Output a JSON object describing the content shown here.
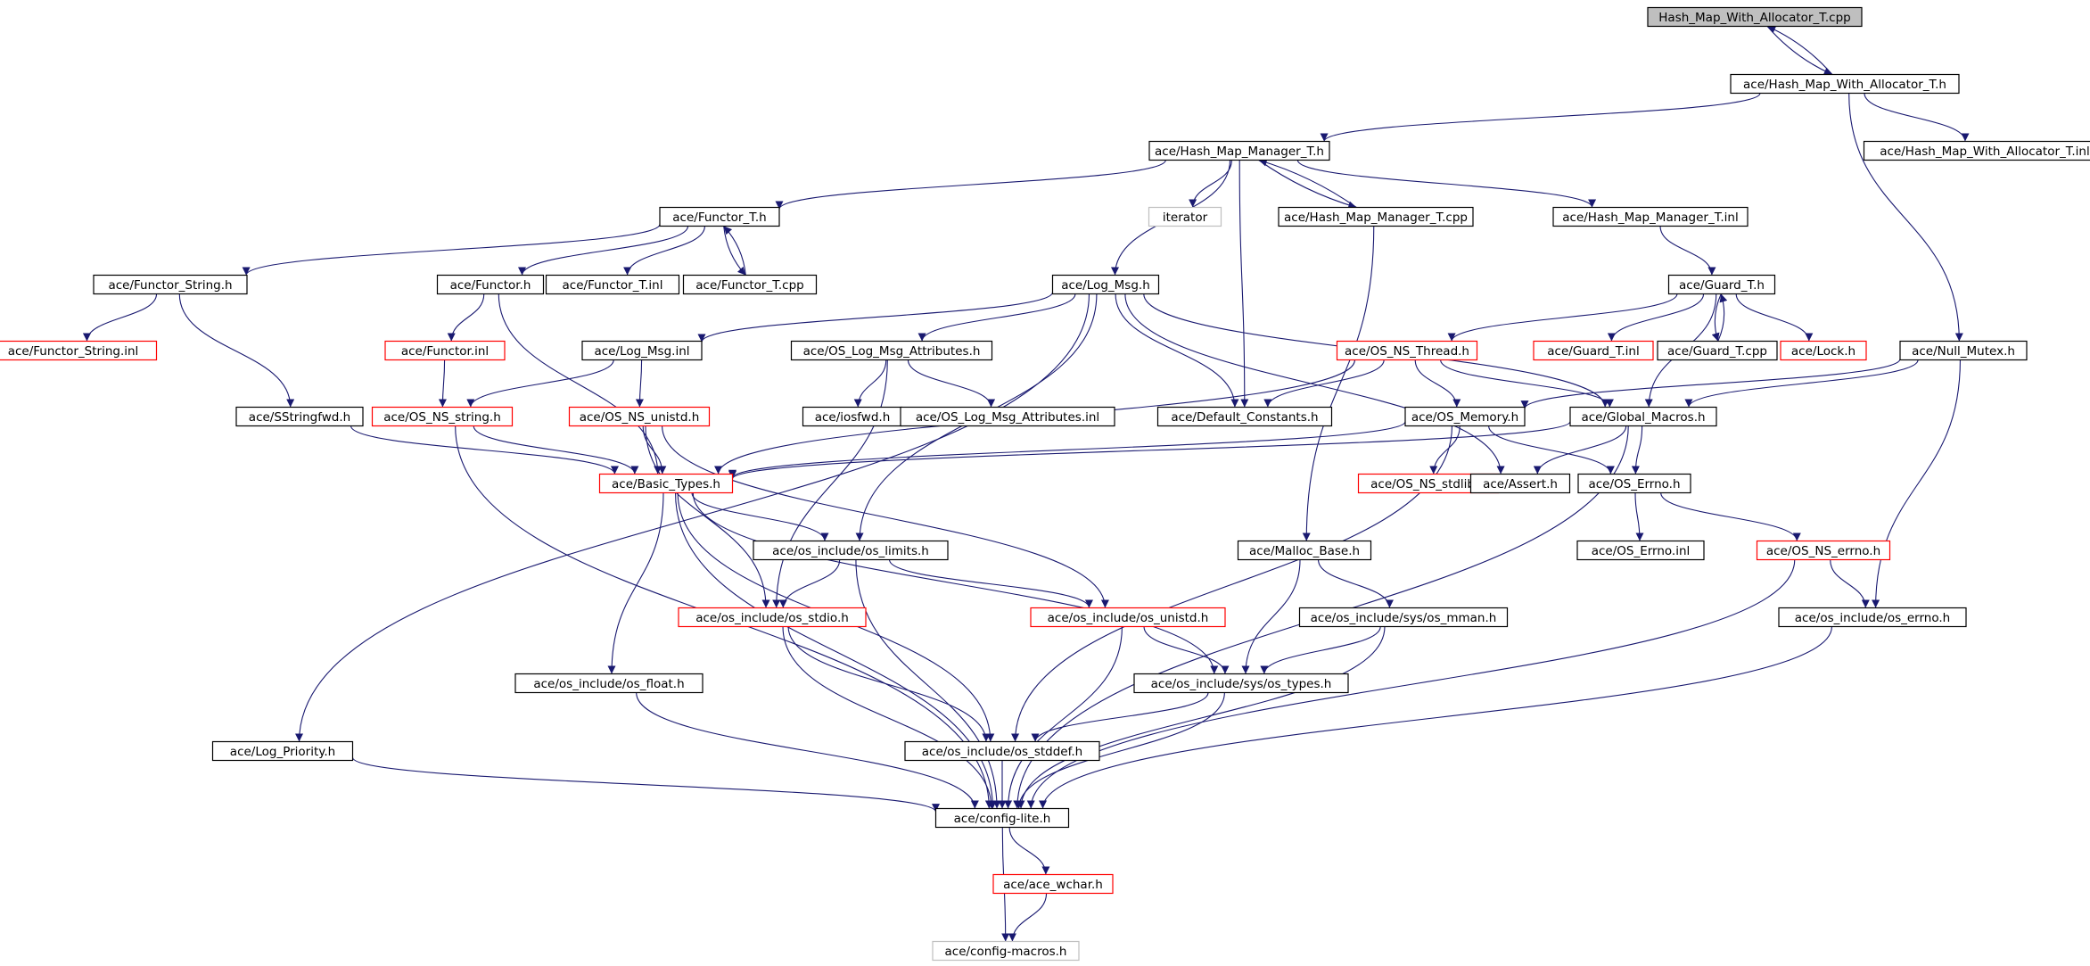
{
  "graph": {
    "colors": {
      "edge": "#191970",
      "border_default": "#000000",
      "border_truncated": "#ff0000",
      "border_external": "#bfbfbf",
      "root_fill": "#bfbfbf",
      "fill": "#ffffff"
    },
    "nodes": [
      {
        "id": "root",
        "label": "Hash_Map_With_Allocator_T.cpp",
        "kind": "root"
      },
      {
        "id": "hmwa_h",
        "label": "ace/Hash_Map_With_Allocator_T.h",
        "kind": "default"
      },
      {
        "id": "hmm_h",
        "label": "ace/Hash_Map_Manager_T.h",
        "kind": "default"
      },
      {
        "id": "hmwa_inl",
        "label": "ace/Hash_Map_With_Allocator_T.inl",
        "kind": "default"
      },
      {
        "id": "functor_t_h",
        "label": "ace/Functor_T.h",
        "kind": "default"
      },
      {
        "id": "iterator",
        "label": "iterator",
        "kind": "external"
      },
      {
        "id": "hmm_cpp",
        "label": "ace/Hash_Map_Manager_T.cpp",
        "kind": "default"
      },
      {
        "id": "hmm_inl",
        "label": "ace/Hash_Map_Manager_T.inl",
        "kind": "default"
      },
      {
        "id": "functor_string_h",
        "label": "ace/Functor_String.h",
        "kind": "default"
      },
      {
        "id": "functor_h",
        "label": "ace/Functor.h",
        "kind": "default"
      },
      {
        "id": "functor_t_inl",
        "label": "ace/Functor_T.inl",
        "kind": "default"
      },
      {
        "id": "functor_t_cpp",
        "label": "ace/Functor_T.cpp",
        "kind": "default"
      },
      {
        "id": "log_msg_h",
        "label": "ace/Log_Msg.h",
        "kind": "default"
      },
      {
        "id": "guard_t_h",
        "label": "ace/Guard_T.h",
        "kind": "default"
      },
      {
        "id": "functor_string_inl",
        "label": "ace/Functor_String.inl",
        "kind": "truncated"
      },
      {
        "id": "functor_inl",
        "label": "ace/Functor.inl",
        "kind": "truncated"
      },
      {
        "id": "log_msg_inl",
        "label": "ace/Log_Msg.inl",
        "kind": "default"
      },
      {
        "id": "os_log_msg_attr_h",
        "label": "ace/OS_Log_Msg_Attributes.h",
        "kind": "default"
      },
      {
        "id": "os_ns_thread_h",
        "label": "ace/OS_NS_Thread.h",
        "kind": "truncated"
      },
      {
        "id": "guard_t_inl",
        "label": "ace/Guard_T.inl",
        "kind": "truncated"
      },
      {
        "id": "guard_t_cpp",
        "label": "ace/Guard_T.cpp",
        "kind": "default"
      },
      {
        "id": "lock_h",
        "label": "ace/Lock.h",
        "kind": "truncated"
      },
      {
        "id": "null_mutex_h",
        "label": "ace/Null_Mutex.h",
        "kind": "default"
      },
      {
        "id": "sstringfwd_h",
        "label": "ace/SStringfwd.h",
        "kind": "default"
      },
      {
        "id": "os_ns_string_h",
        "label": "ace/OS_NS_string.h",
        "kind": "truncated"
      },
      {
        "id": "os_ns_unistd_h",
        "label": "ace/OS_NS_unistd.h",
        "kind": "truncated"
      },
      {
        "id": "iosfwd_h",
        "label": "ace/iosfwd.h",
        "kind": "default"
      },
      {
        "id": "os_log_msg_attr_inl",
        "label": "ace/OS_Log_Msg_Attributes.inl",
        "kind": "default"
      },
      {
        "id": "default_constants_h",
        "label": "ace/Default_Constants.h",
        "kind": "default"
      },
      {
        "id": "os_memory_h",
        "label": "ace/OS_Memory.h",
        "kind": "default"
      },
      {
        "id": "global_macros_h",
        "label": "ace/Global_Macros.h",
        "kind": "default"
      },
      {
        "id": "basic_types_h",
        "label": "ace/Basic_Types.h",
        "kind": "truncated"
      },
      {
        "id": "os_ns_stdlib_h",
        "label": "ace/OS_NS_stdlib.h",
        "kind": "truncated"
      },
      {
        "id": "assert_h",
        "label": "ace/Assert.h",
        "kind": "default"
      },
      {
        "id": "os_errno_h",
        "label": "ace/OS_Errno.h",
        "kind": "default"
      },
      {
        "id": "os_limits_h",
        "label": "ace/os_include/os_limits.h",
        "kind": "default"
      },
      {
        "id": "malloc_base_h",
        "label": "ace/Malloc_Base.h",
        "kind": "default"
      },
      {
        "id": "os_errno_inl",
        "label": "ace/OS_Errno.inl",
        "kind": "default"
      },
      {
        "id": "os_ns_errno_h",
        "label": "ace/OS_NS_errno.h",
        "kind": "truncated"
      },
      {
        "id": "os_stdio_h",
        "label": "ace/os_include/os_stdio.h",
        "kind": "truncated"
      },
      {
        "id": "os_unistd_h",
        "label": "ace/os_include/os_unistd.h",
        "kind": "truncated"
      },
      {
        "id": "sys_os_mman_h",
        "label": "ace/os_include/sys/os_mman.h",
        "kind": "default"
      },
      {
        "id": "os_include_errno_h",
        "label": "ace/os_include/os_errno.h",
        "kind": "default"
      },
      {
        "id": "os_float_h",
        "label": "ace/os_include/os_float.h",
        "kind": "default"
      },
      {
        "id": "sys_os_types_h",
        "label": "ace/os_include/sys/os_types.h",
        "kind": "default"
      },
      {
        "id": "log_priority_h",
        "label": "ace/Log_Priority.h",
        "kind": "default"
      },
      {
        "id": "os_stddef_h",
        "label": "ace/os_include/os_stddef.h",
        "kind": "default"
      },
      {
        "id": "config_lite_h",
        "label": "ace/config-lite.h",
        "kind": "default"
      },
      {
        "id": "ace_wchar_h",
        "label": "ace/ace_wchar.h",
        "kind": "truncated"
      },
      {
        "id": "config_macros_h",
        "label": "ace/config-macros.h",
        "kind": "external"
      }
    ],
    "edges": [
      [
        "root",
        "hmwa_h"
      ],
      [
        "hmwa_h",
        "root"
      ],
      [
        "hmwa_h",
        "hmm_h"
      ],
      [
        "hmwa_h",
        "hmwa_inl"
      ],
      [
        "hmwa_h",
        "null_mutex_h"
      ],
      [
        "hmm_h",
        "functor_t_h"
      ],
      [
        "hmm_h",
        "iterator"
      ],
      [
        "hmm_h",
        "hmm_cpp"
      ],
      [
        "hmm_cpp",
        "hmm_h"
      ],
      [
        "hmm_h",
        "hmm_inl"
      ],
      [
        "hmm_h",
        "log_msg_h"
      ],
      [
        "hmm_h",
        "default_constants_h"
      ],
      [
        "functor_t_h",
        "functor_string_h"
      ],
      [
        "functor_t_h",
        "functor_h"
      ],
      [
        "functor_t_h",
        "functor_t_inl"
      ],
      [
        "functor_t_h",
        "functor_t_cpp"
      ],
      [
        "functor_t_cpp",
        "functor_t_h"
      ],
      [
        "functor_string_h",
        "functor_string_inl"
      ],
      [
        "functor_string_h",
        "sstringfwd_h"
      ],
      [
        "functor_h",
        "functor_inl"
      ],
      [
        "functor_h",
        "basic_types_h"
      ],
      [
        "functor_inl",
        "os_ns_string_h"
      ],
      [
        "hmm_cpp",
        "malloc_base_h"
      ],
      [
        "hmm_inl",
        "guard_t_h"
      ],
      [
        "guard_t_h",
        "guard_t_inl"
      ],
      [
        "guard_t_h",
        "guard_t_cpp"
      ],
      [
        "guard_t_cpp",
        "guard_t_h"
      ],
      [
        "guard_t_h",
        "lock_h"
      ],
      [
        "guard_t_h",
        "os_ns_thread_h"
      ],
      [
        "guard_t_h",
        "global_macros_h"
      ],
      [
        "log_msg_h",
        "log_msg_inl"
      ],
      [
        "log_msg_h",
        "os_log_msg_attr_h"
      ],
      [
        "log_msg_h",
        "default_constants_h"
      ],
      [
        "log_msg_h",
        "global_macros_h"
      ],
      [
        "log_msg_h",
        "log_priority_h"
      ],
      [
        "log_msg_h",
        "assert_h"
      ],
      [
        "log_msg_h",
        "os_limits_h"
      ],
      [
        "log_msg_inl",
        "os_ns_string_h"
      ],
      [
        "log_msg_inl",
        "os_ns_unistd_h"
      ],
      [
        "os_log_msg_attr_h",
        "iosfwd_h"
      ],
      [
        "os_log_msg_attr_h",
        "os_log_msg_attr_inl"
      ],
      [
        "os_log_msg_attr_h",
        "os_stdio_h"
      ],
      [
        "os_ns_thread_h",
        "default_constants_h"
      ],
      [
        "os_ns_thread_h",
        "os_memory_h"
      ],
      [
        "os_ns_thread_h",
        "global_macros_h"
      ],
      [
        "os_ns_thread_h",
        "basic_types_h"
      ],
      [
        "null_mutex_h",
        "os_memory_h"
      ],
      [
        "null_mutex_h",
        "global_macros_h"
      ],
      [
        "null_mutex_h",
        "os_include_errno_h"
      ],
      [
        "sstringfwd_h",
        "basic_types_h"
      ],
      [
        "os_ns_string_h",
        "basic_types_h"
      ],
      [
        "os_ns_string_h",
        "config_lite_h"
      ],
      [
        "os_ns_unistd_h",
        "basic_types_h"
      ],
      [
        "os_ns_unistd_h",
        "os_stdio_h"
      ],
      [
        "os_ns_unistd_h",
        "os_unistd_h"
      ],
      [
        "os_memory_h",
        "basic_types_h"
      ],
      [
        "os_memory_h",
        "os_ns_stdlib_h"
      ],
      [
        "os_memory_h",
        "os_errno_h"
      ],
      [
        "os_memory_h",
        "os_stddef_h"
      ],
      [
        "global_macros_h",
        "basic_types_h"
      ],
      [
        "global_macros_h",
        "assert_h"
      ],
      [
        "global_macros_h",
        "os_errno_h"
      ],
      [
        "global_macros_h",
        "config_lite_h"
      ],
      [
        "basic_types_h",
        "os_limits_h"
      ],
      [
        "basic_types_h",
        "os_float_h"
      ],
      [
        "basic_types_h",
        "config_lite_h"
      ],
      [
        "basic_types_h",
        "os_stddef_h"
      ],
      [
        "basic_types_h",
        "sys_os_types_h"
      ],
      [
        "os_errno_h",
        "os_errno_inl"
      ],
      [
        "os_errno_h",
        "os_ns_errno_h"
      ],
      [
        "os_limits_h",
        "os_stdio_h"
      ],
      [
        "os_limits_h",
        "os_unistd_h"
      ],
      [
        "os_limits_h",
        "config_lite_h"
      ],
      [
        "malloc_base_h",
        "sys_os_mman_h"
      ],
      [
        "malloc_base_h",
        "sys_os_types_h"
      ],
      [
        "os_ns_errno_h",
        "os_include_errno_h"
      ],
      [
        "os_ns_errno_h",
        "config_lite_h"
      ],
      [
        "os_stdio_h",
        "os_stddef_h"
      ],
      [
        "os_stdio_h",
        "config_lite_h"
      ],
      [
        "os_unistd_h",
        "sys_os_types_h"
      ],
      [
        "os_unistd_h",
        "config_lite_h"
      ],
      [
        "sys_os_mman_h",
        "sys_os_types_h"
      ],
      [
        "sys_os_mman_h",
        "config_lite_h"
      ],
      [
        "os_include_errno_h",
        "config_lite_h"
      ],
      [
        "os_float_h",
        "config_lite_h"
      ],
      [
        "sys_os_types_h",
        "os_stddef_h"
      ],
      [
        "sys_os_types_h",
        "config_lite_h"
      ],
      [
        "log_priority_h",
        "config_lite_h"
      ],
      [
        "os_stddef_h",
        "config_lite_h"
      ],
      [
        "config_lite_h",
        "ace_wchar_h"
      ],
      [
        "config_lite_h",
        "config_macros_h"
      ],
      [
        "ace_wchar_h",
        "config_macros_h"
      ]
    ]
  }
}
